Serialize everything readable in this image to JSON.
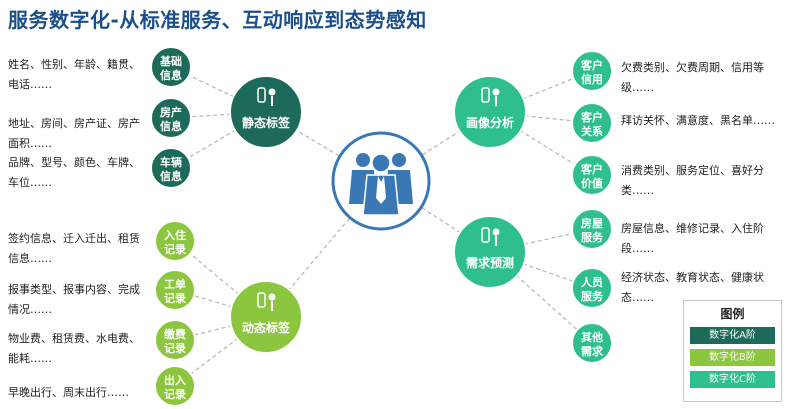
{
  "title": "服务数字化-从标准服务、互动响应到态势感知",
  "center": {
    "icon": "people-group-icon"
  },
  "hubs": [
    {
      "id": "static",
      "label": "静态标签",
      "icon": "traffic-light-person-icon",
      "color": "#1d6a5a"
    },
    {
      "id": "portrait",
      "label": "画像分析",
      "icon": "tag-pen-icon",
      "color": "#2fbf8f"
    },
    {
      "id": "dynamic",
      "label": "动态标签",
      "icon": "running-person-icon",
      "color": "#8cc63f"
    },
    {
      "id": "demand",
      "label": "需求预测",
      "icon": "presenter-board-icon",
      "color": "#2fbf8f"
    }
  ],
  "nodes": [
    {
      "hub": "static",
      "line1": "基础",
      "line2": "信息",
      "color": "#1d6a5a",
      "desc": "姓名、性别、年龄、籍贯、电话……"
    },
    {
      "hub": "static",
      "line1": "房产",
      "line2": "信息",
      "color": "#1d6a5a",
      "desc": "地址、房间、房产证、房产面积……"
    },
    {
      "hub": "static",
      "line1": "车辆",
      "line2": "信息",
      "color": "#1d6a5a",
      "desc": "品牌、型号、颜色、车牌、车位……"
    },
    {
      "hub": "dynamic",
      "line1": "入住",
      "line2": "记录",
      "color": "#8cc63f",
      "desc": "签约信息、迁入迁出、租赁信息……"
    },
    {
      "hub": "dynamic",
      "line1": "工单",
      "line2": "记录",
      "color": "#8cc63f",
      "desc": "报事类型、报事内容、完成情况……"
    },
    {
      "hub": "dynamic",
      "line1": "缴费",
      "line2": "记录",
      "color": "#8cc63f",
      "desc": "物业费、租赁费、水电费、能耗……"
    },
    {
      "hub": "dynamic",
      "line1": "出入",
      "line2": "记录",
      "color": "#8cc63f",
      "desc": "早晚出行、周末出行……"
    },
    {
      "hub": "portrait",
      "line1": "客户",
      "line2": "信用",
      "color": "#2fbf8f",
      "desc": "欠费类别、欠费周期、信用等级……"
    },
    {
      "hub": "portrait",
      "line1": "客户",
      "line2": "关系",
      "color": "#2fbf8f",
      "desc": "拜访关怀、满意度、黑名单……"
    },
    {
      "hub": "portrait",
      "line1": "客户",
      "line2": "价值",
      "color": "#2fbf8f",
      "desc": "消费类别、服务定位、喜好分类……"
    },
    {
      "hub": "demand",
      "line1": "房屋",
      "line2": "服务",
      "color": "#2fbf8f",
      "desc": "房屋信息、维修记录、入住阶段……"
    },
    {
      "hub": "demand",
      "line1": "人员",
      "line2": "服务",
      "color": "#2fbf8f",
      "desc": "经济状态、教育状态、健康状态……"
    },
    {
      "hub": "demand",
      "line1": "其他",
      "line2": "需求",
      "color": "#2fbf8f",
      "desc": ""
    }
  ],
  "legend": {
    "title": "图例",
    "items": [
      {
        "label": "数字化A阶",
        "color": "#1d6a5a"
      },
      {
        "label": "数字化B阶",
        "color": "#8cc63f"
      },
      {
        "label": "数字化C阶",
        "color": "#2fbf8f"
      }
    ]
  }
}
